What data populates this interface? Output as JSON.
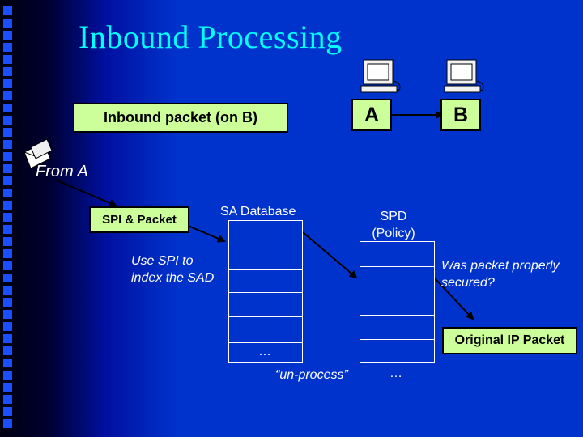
{
  "title": "Inbound Processing",
  "inbound_packet_label": "Inbound packet (on B)",
  "hosts": {
    "a": "A",
    "b": "B"
  },
  "from_a": "From A",
  "spi_packet": "SPI & Packet",
  "sa_database": "SA Database",
  "spd_line1": "SPD",
  "spd_line2": "(Policy)",
  "use_spi_line1": "Use SPI to",
  "use_spi_line2": "index the SAD",
  "was_packet_line1": "Was packet properly",
  "was_packet_line2": "secured?",
  "ellipsis_sad": "…",
  "un_process": "“un-process”",
  "ellipsis_spd": "…",
  "original_ip_packet": "Original IP Packet",
  "colors": {
    "background": "#0033cc",
    "title": "#00ffff",
    "box_fill": "#ccff99",
    "text_white": "#ffffff"
  }
}
